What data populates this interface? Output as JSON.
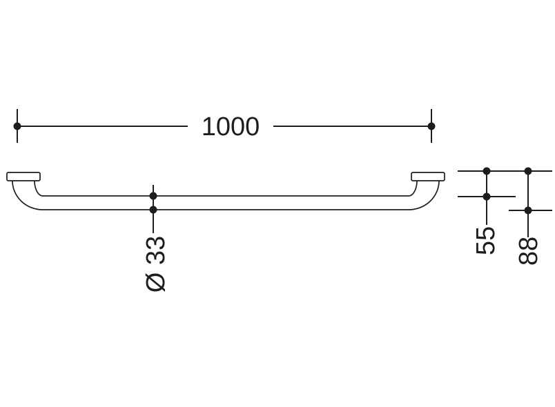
{
  "drawing": {
    "labels": {
      "length": "1000",
      "diameter": "Ø 33",
      "wall_to_rail_top": "55",
      "wall_to_rail_bottom": "88"
    }
  },
  "colors": {
    "background": "#ffffff",
    "line": "#1d1d1b"
  }
}
